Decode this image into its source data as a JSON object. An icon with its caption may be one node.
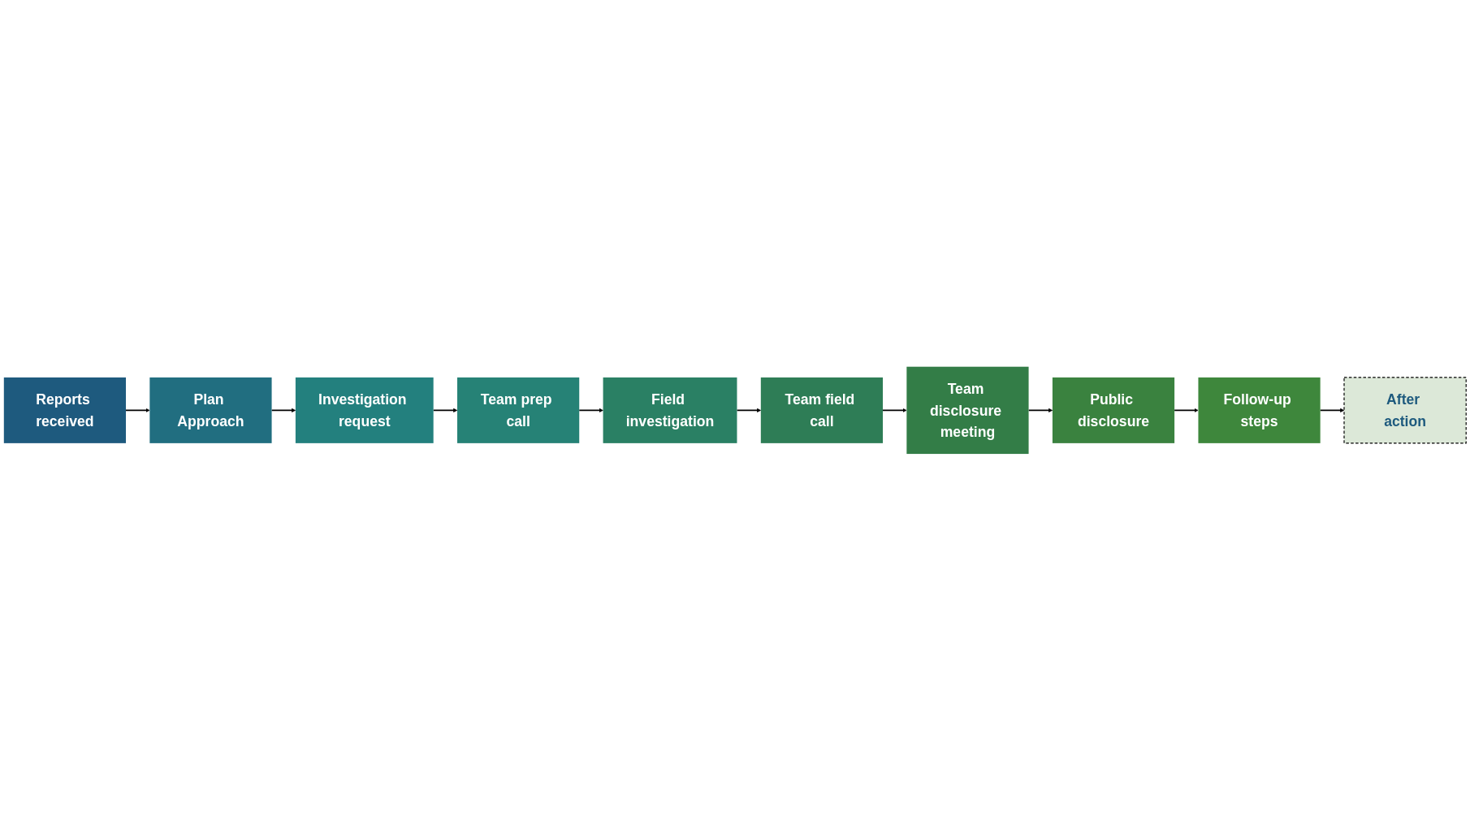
{
  "diagram": {
    "nodes": [
      {
        "text": [
          "Reports received"
        ]
      },
      {
        "text": [
          "Plan Approach"
        ]
      },
      {
        "text": [
          "Investigation request"
        ]
      },
      {
        "text": [
          "Team prep call"
        ]
      },
      {
        "text": [
          "Field investigation"
        ]
      },
      {
        "text": [
          "Team field call"
        ]
      },
      {
        "text": [
          "Team disclosure meeting"
        ]
      },
      {
        "text": [
          "Public disclosure"
        ]
      },
      {
        "text": [
          "Follow-up steps"
        ]
      },
      {
        "text": [
          "After action"
        ]
      }
    ],
    "edges": [
      {
        "from": 0,
        "to": 1,
        "arrow": "to"
      },
      {
        "from": 1,
        "to": 2,
        "arrow": "to"
      },
      {
        "from": 2,
        "to": 3,
        "arrow": "to"
      },
      {
        "from": 3,
        "to": 4,
        "arrow": "to"
      },
      {
        "from": 4,
        "to": 5,
        "arrow": "to"
      },
      {
        "from": 5,
        "to": 6,
        "arrow": "to"
      },
      {
        "from": 6,
        "to": 7,
        "arrow": "to"
      },
      {
        "from": 7,
        "to": 8,
        "arrow": "to"
      },
      {
        "from": 8,
        "to": 9,
        "arrow": "to"
      }
    ]
  }
}
